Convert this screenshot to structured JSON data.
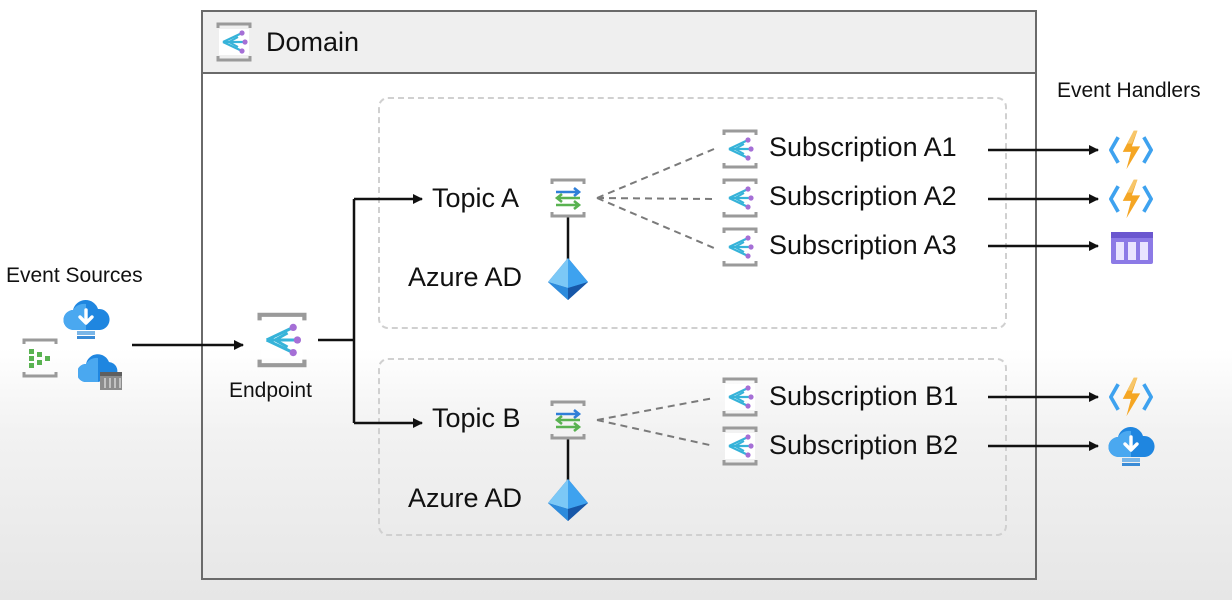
{
  "labels": {
    "event_sources": "Event Sources",
    "event_handlers": "Event Handlers",
    "domain": "Domain",
    "endpoint": "Endpoint",
    "topic_a": "Topic A",
    "topic_b": "Topic B",
    "azure_ad_a": "Azure AD",
    "azure_ad_b": "Azure AD",
    "sub_a1": "Subscription A1",
    "sub_a2": "Subscription A2",
    "sub_a3": "Subscription A3",
    "sub_b1": "Subscription B1",
    "sub_b2": "Subscription B2"
  },
  "icons": {
    "domain": "event-grid-icon",
    "endpoint": "event-grid-icon",
    "topic": "event-grid-topic-icon",
    "azure_ad": "azure-ad-icon",
    "subscription": "event-grid-subscription-icon",
    "handler_function": "azure-function-icon",
    "handler_storage_queue": "storage-queue-icon",
    "handler_hybrid": "cloud-download-icon",
    "source_hub": "event-hub-icon",
    "source_blob": "cloud-download-icon",
    "source_storage": "cloud-storage-icon"
  },
  "colors": {
    "azure_blue": "#2f7fd8",
    "event_grid_teal": "#36b3d9",
    "function_orange": "#f5a623",
    "queue_purple": "#8c7ae6",
    "hub_green": "#59b251",
    "line": "#111111",
    "dashed": "#7a7a7a"
  }
}
